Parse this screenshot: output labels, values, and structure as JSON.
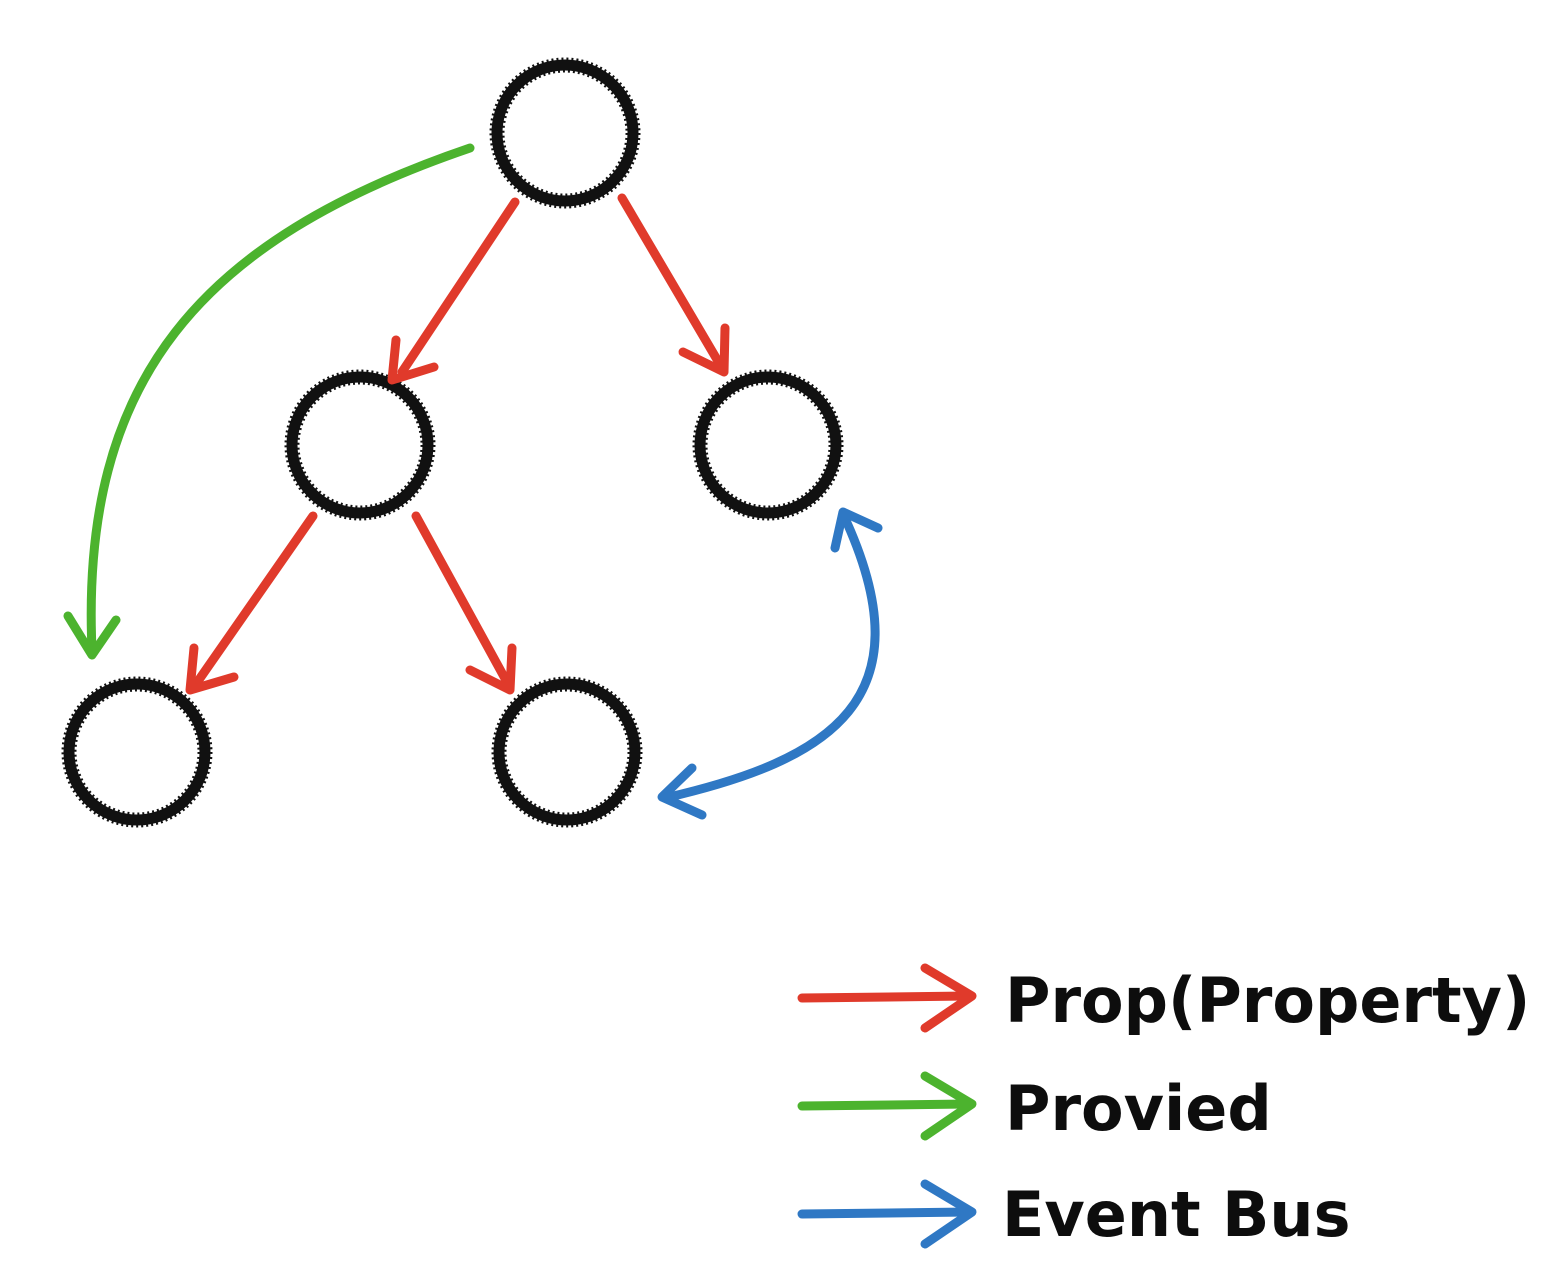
{
  "colors": {
    "node": "#111111",
    "prop": "#e03a2b",
    "provide": "#4cb32e",
    "event_bus": "#2f78c4"
  },
  "nodes": [
    "root",
    "mid-left",
    "mid-right",
    "bottom-left",
    "bottom-middle"
  ],
  "edges": [
    {
      "from": "root",
      "to": "mid-left",
      "kind": "prop"
    },
    {
      "from": "root",
      "to": "mid-right",
      "kind": "prop"
    },
    {
      "from": "mid-left",
      "to": "bottom-left",
      "kind": "prop"
    },
    {
      "from": "mid-left",
      "to": "bottom-middle",
      "kind": "prop"
    },
    {
      "from": "root",
      "to": "bottom-left",
      "kind": "provide"
    },
    {
      "from": "bottom-middle",
      "to": "mid-right",
      "kind": "event_bus",
      "bidirectional": true
    }
  ],
  "legend": {
    "prop_label": "Prop(Property)",
    "provide_label": "Provied",
    "event_bus_label": "Event Bus"
  }
}
